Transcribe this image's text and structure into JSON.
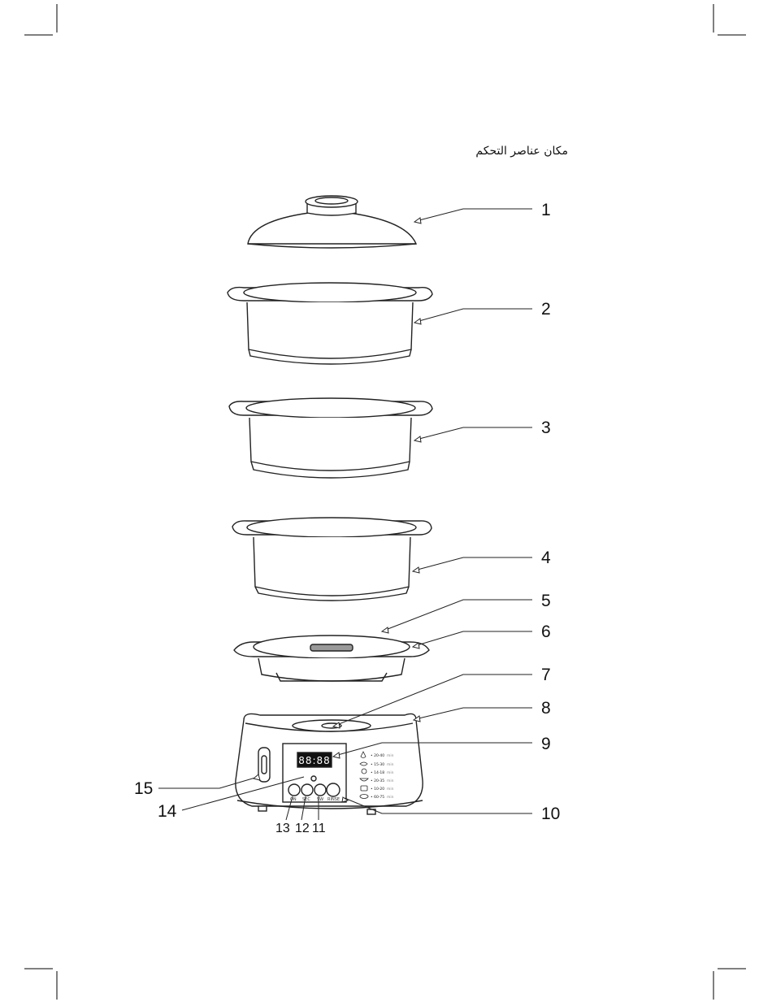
{
  "heading": "مكان عناصر التحكم",
  "display": {
    "digits": "88:88"
  },
  "buttons": [
    {
      "label": "ON"
    },
    {
      "label": "SEC"
    },
    {
      "label": "SW"
    },
    {
      "label": "RINSE"
    }
  ],
  "timing_rows": [
    {
      "icon": "drop-icon",
      "text": "• 20-40",
      "unit": "min"
    },
    {
      "icon": "fish-icon",
      "text": "• 15-30",
      "unit": "min"
    },
    {
      "icon": "broccoli-icon",
      "text": "• 14-18",
      "unit": "min"
    },
    {
      "icon": "bowl-icon",
      "text": "• 20-35",
      "unit": "min"
    },
    {
      "icon": "pot-icon",
      "text": "• 10-20",
      "unit": "min"
    },
    {
      "icon": "corn-icon",
      "text": "• 60-75",
      "unit": "min"
    }
  ],
  "callouts": [
    "1",
    "2",
    "3",
    "4",
    "5",
    "6",
    "7",
    "8",
    "9",
    "10",
    "11",
    "12",
    "13",
    "14",
    "15"
  ]
}
